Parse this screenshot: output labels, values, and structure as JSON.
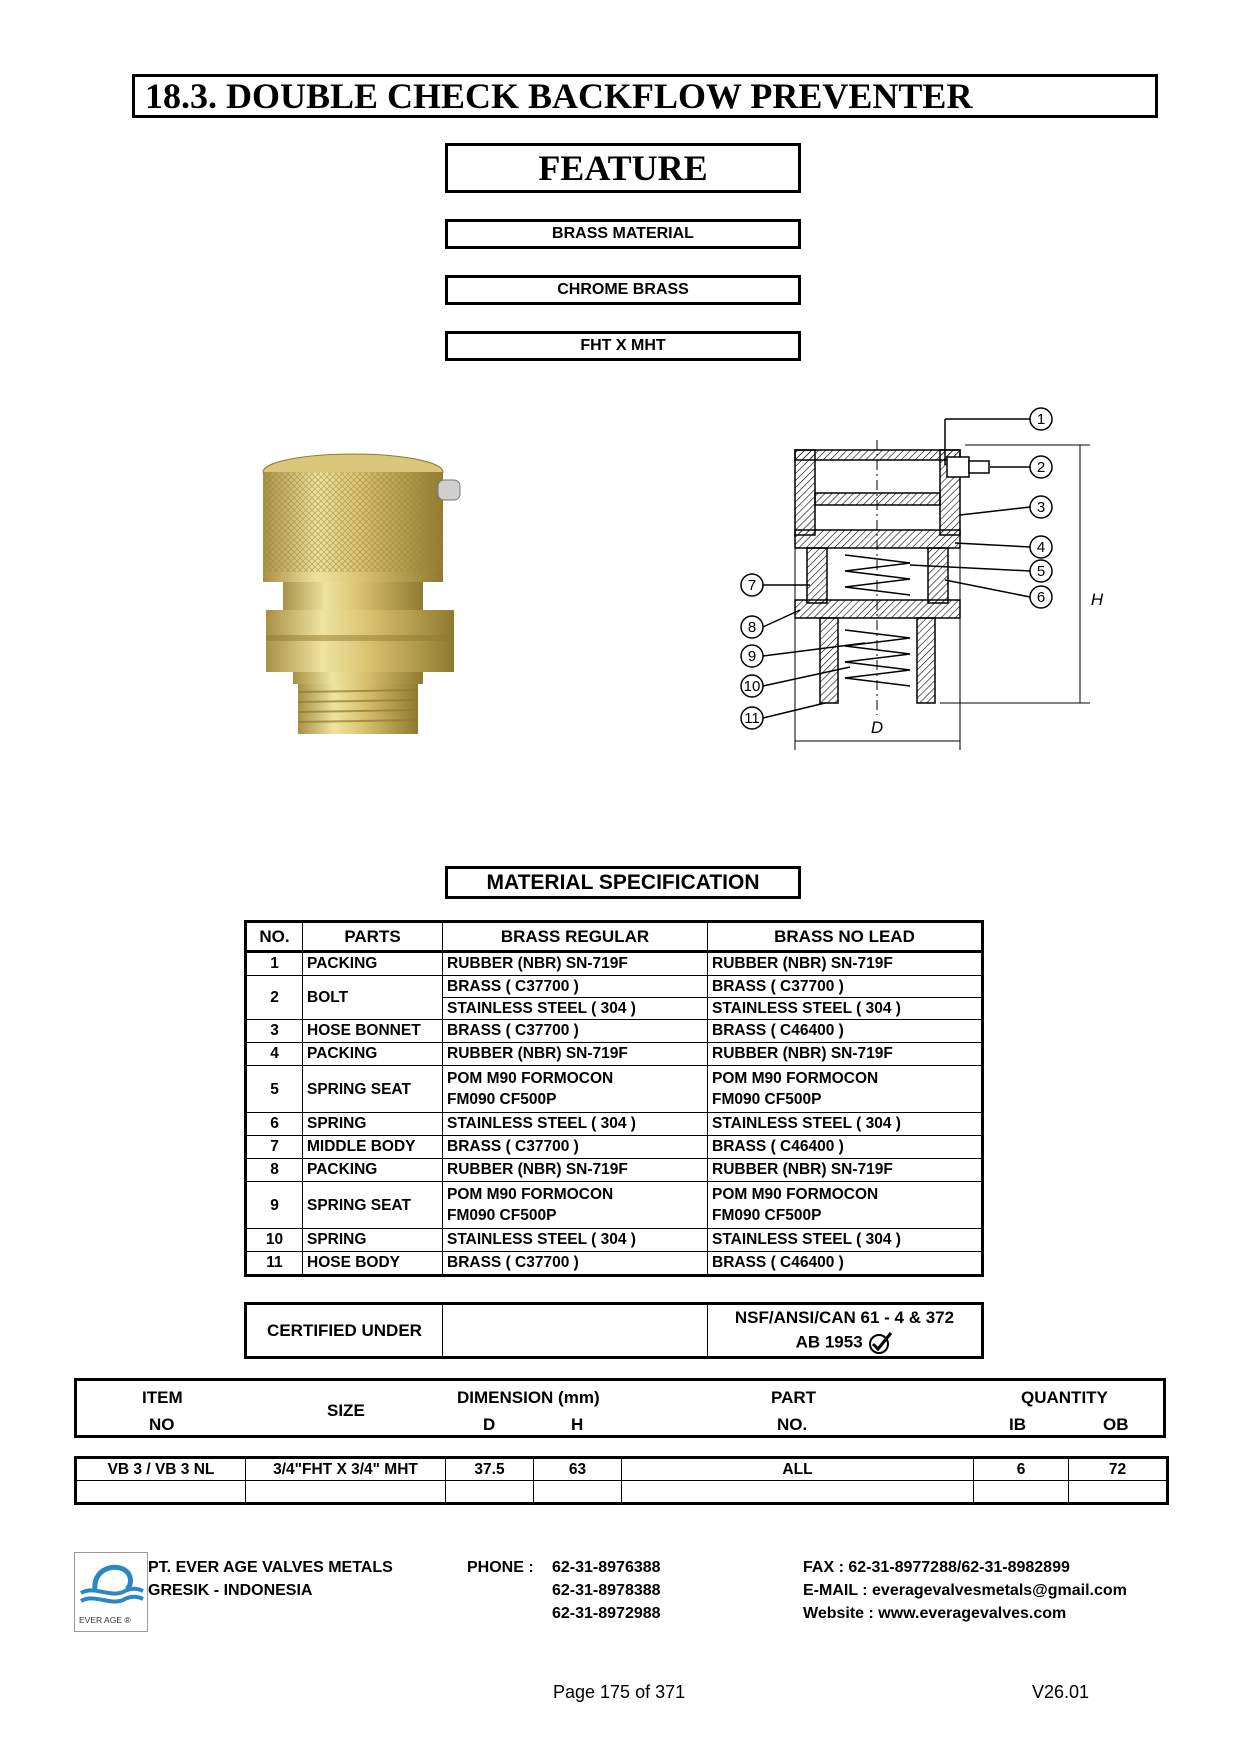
{
  "title": "18.3.  DOUBLE CHECK BACKFLOW PREVENTER",
  "feature": {
    "heading": "FEATURE",
    "items": [
      "BRASS MATERIAL",
      "CHROME BRASS",
      "FHT X MHT"
    ]
  },
  "drawing": {
    "callouts": [
      "1",
      "2",
      "3",
      "4",
      "5",
      "6",
      "7",
      "8",
      "9",
      "10",
      "11"
    ],
    "dim_h": "H",
    "dim_d": "D"
  },
  "material": {
    "heading": "MATERIAL SPECIFICATION",
    "headers": [
      "NO.",
      "PARTS",
      "BRASS REGULAR",
      "BRASS NO LEAD"
    ],
    "rows": [
      {
        "no": "1",
        "part": "PACKING",
        "regular": "RUBBER (NBR) SN-719F",
        "nolead": "RUBBER (NBR) SN-719F"
      },
      {
        "no": "2",
        "part": "BOLT",
        "regular": "BRASS ( C37700 )",
        "nolead": "BRASS ( C37700 )",
        "regular2": "STAINLESS STEEL ( 304 )",
        "nolead2": "STAINLESS STEEL ( 304 )"
      },
      {
        "no": "3",
        "part": "HOSE BONNET",
        "regular": "BRASS ( C37700 )",
        "nolead": "BRASS ( C46400 )"
      },
      {
        "no": "4",
        "part": "PACKING",
        "regular": "RUBBER (NBR) SN-719F",
        "nolead": "RUBBER (NBR) SN-719F"
      },
      {
        "no": "5",
        "part": "SPRING SEAT",
        "regular": "POM M90 FORMOCON",
        "regular_b": "FM090 CF500P",
        "nolead": "POM M90 FORMOCON",
        "nolead_b": "FM090 CF500P"
      },
      {
        "no": "6",
        "part": "SPRING",
        "regular": "STAINLESS STEEL ( 304 )",
        "nolead": "STAINLESS STEEL ( 304 )"
      },
      {
        "no": "7",
        "part": "MIDDLE BODY",
        "regular": "BRASS ( C37700 )",
        "nolead": "BRASS ( C46400 )"
      },
      {
        "no": "8",
        "part": "PACKING",
        "regular": "RUBBER (NBR) SN-719F",
        "nolead": "RUBBER (NBR) SN-719F"
      },
      {
        "no": "9",
        "part": "SPRING SEAT",
        "regular": "POM M90 FORMOCON",
        "regular_b": "FM090 CF500P",
        "nolead": "POM M90 FORMOCON",
        "nolead_b": "FM090 CF500P"
      },
      {
        "no": "10",
        "part": "SPRING",
        "regular": "STAINLESS STEEL ( 304 )",
        "nolead": "STAINLESS STEEL ( 304 )"
      },
      {
        "no": "11",
        "part": "HOSE BODY",
        "regular": "BRASS ( C37700 )",
        "nolead": "BRASS ( C46400 )"
      }
    ]
  },
  "certified": {
    "label": "CERTIFIED UNDER",
    "line1": "NSF/ANSI/CAN 61 - 4 & 372",
    "line2": "AB 1953"
  },
  "dimension_table": {
    "item": "ITEM",
    "no": "NO",
    "size": "SIZE",
    "dimension": "DIMENSION (mm)",
    "d": "D",
    "h": "H",
    "part": "PART",
    "part_no": "NO.",
    "quantity": "QUANTITY",
    "ib": "IB",
    "ob": "OB",
    "row": {
      "item": "VB 3 / VB 3 NL",
      "size": "3/4\"FHT X 3/4\" MHT",
      "d": "37.5",
      "h": "63",
      "part": "ALL",
      "ib": "6",
      "ob": "72"
    }
  },
  "footer": {
    "logo_text": "EVER AGE ®",
    "company": "PT. EVER AGE VALVES METALS",
    "location": "GRESIK - INDONESIA",
    "phone_label": "PHONE :",
    "phones": [
      "62-31-8976388",
      "62-31-8978388",
      "62-31-8972988"
    ],
    "fax": "FAX  : 62-31-8977288/62-31-8982899",
    "email": "E-MAIL  : everagevalvesmetals@gmail.com",
    "website": "Website  : www.everagevalves.com",
    "page": "Page 175 of 371",
    "version": "V26.01"
  },
  "colors": {
    "brass_light": "#e8d98a",
    "brass_mid": "#c9b35a",
    "brass_dark": "#8f7a2e",
    "logo_blue": "#2a86c4"
  }
}
